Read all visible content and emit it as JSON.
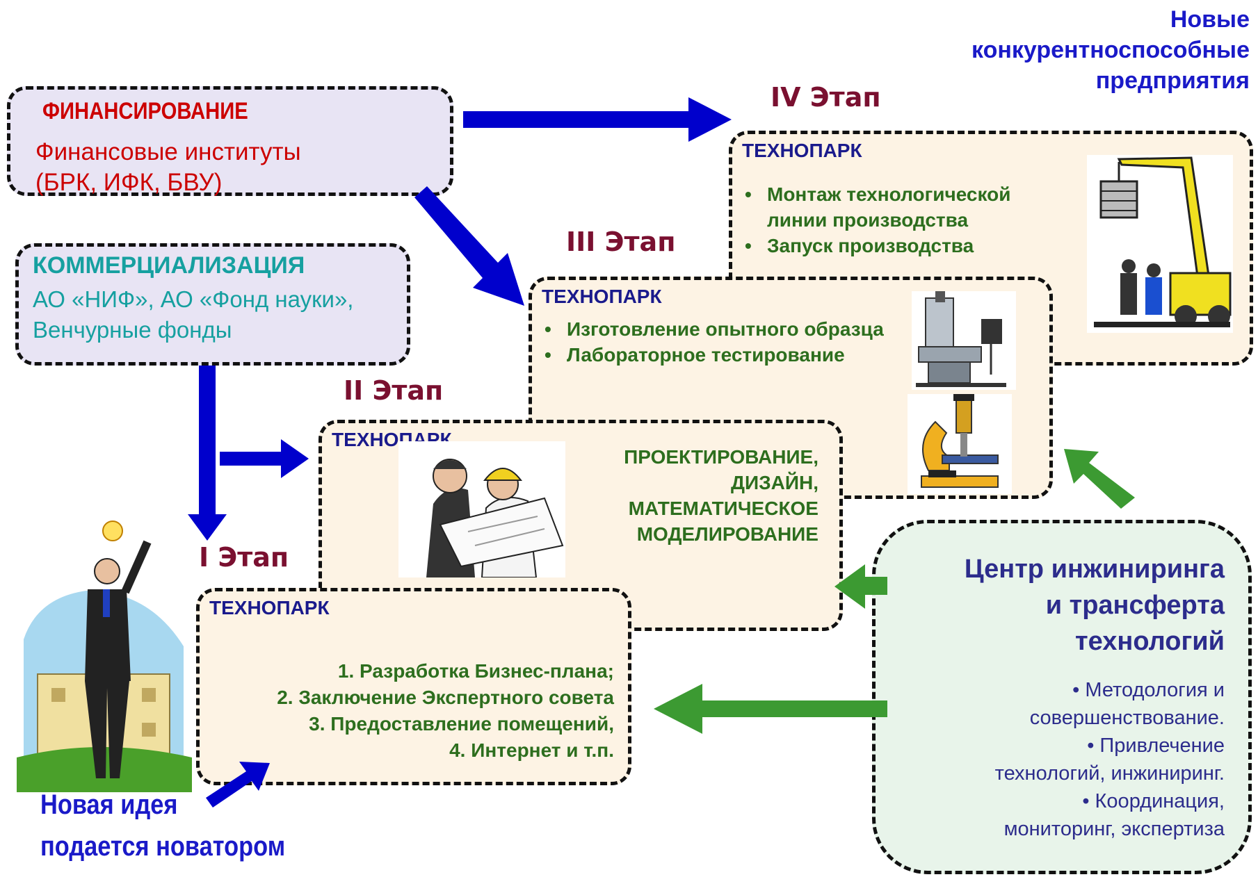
{
  "new_enterprises": [
    "Новые",
    "конкурентноспособные",
    "предприятия"
  ],
  "financing": {
    "heading": "ФИНАНСИРОВАНИЕ",
    "body": [
      "Финансовые институты",
      "(БРК, ИФК, БВУ)"
    ]
  },
  "commercialization": {
    "heading": "КОММЕРЦИАЛИЗАЦИЯ",
    "body": [
      "АО «НИФ», АО «Фонд науки»,",
      "Венчурные фонды"
    ]
  },
  "stages": [
    {
      "label": "I Этап",
      "box_title": "ТЕХНОПАРК",
      "items": [
        "1. Разработка Бизнес-плана;",
        "2. Заключение Экспертного совета",
        "3. Предоставление помещений,",
        "4. Интернет и т.п."
      ]
    },
    {
      "label": "II Этап",
      "box_title": "ТЕХНОПАРК",
      "items": [
        "ПРОЕКТИРОВАНИЕ,",
        "ДИЗАЙН,",
        "МАТЕМАТИЧЕСКОЕ",
        "МОДЕЛИРОВАНИЕ"
      ]
    },
    {
      "label": "III Этап",
      "box_title": "ТЕХНОПАРК",
      "items": [
        "Изготовление опытного образца",
        "Лабораторное тестирование"
      ]
    },
    {
      "label": "IV Этап",
      "box_title": "ТЕХНОПАРК",
      "items": [
        "Монтаж технологической линии производства",
        "Запуск производства"
      ]
    }
  ],
  "center": {
    "title": [
      "Центр инжиниринга",
      "и трансферта",
      "технологий"
    ],
    "items": [
      "• Методология и",
      "совершенствование.",
      "• Привлечение",
      "технологий, инжиниринг.",
      "• Координация,",
      "мониторинг, экспертиза"
    ]
  },
  "idea": [
    "Новая идея",
    "подается новатором"
  ],
  "colors": {
    "blue_arrow": "#0000cc",
    "green_arrow": "#3c9a32",
    "box_fill_stage": "#fdf3e4",
    "box_fill_finance": "#e8e4f4",
    "box_fill_center": "#e8f4ea"
  }
}
